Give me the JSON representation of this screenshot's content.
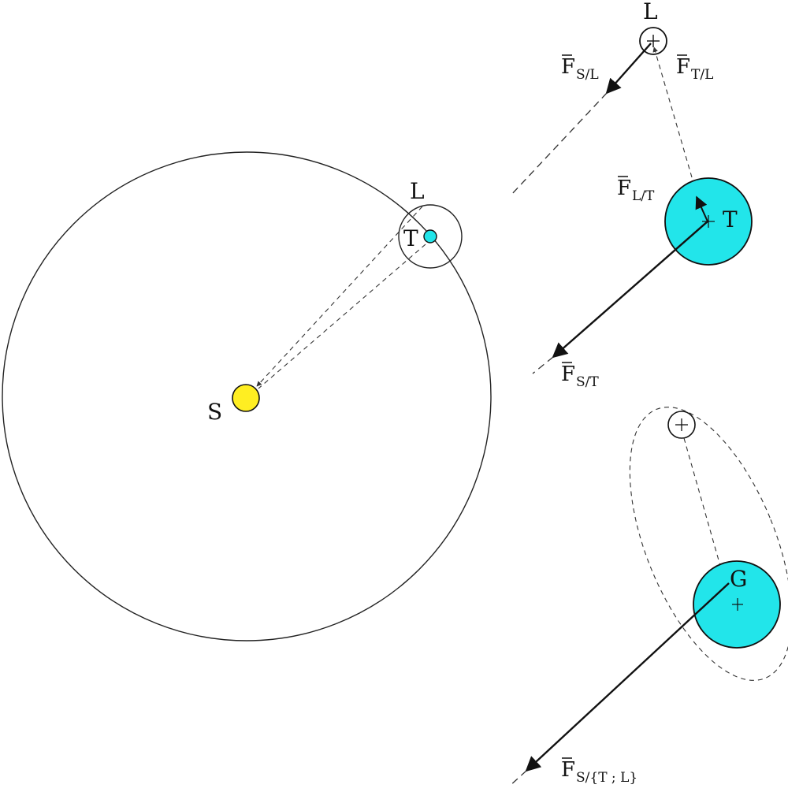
{
  "bodies": {
    "sun_label": "S",
    "earth_label": "T",
    "moon_label": "L",
    "barycenter_label": "G"
  },
  "forces": {
    "sun_on_moon": {
      "main": "F",
      "sub": "S/L"
    },
    "earth_on_moon": {
      "main": "F",
      "sub": "T/L"
    },
    "moon_on_earth": {
      "main": "F",
      "sub": "L/T"
    },
    "sun_on_earth": {
      "main": "F",
      "sub": "S/T"
    },
    "sun_on_system": {
      "main": "F",
      "sub": "S/{T ; L}"
    }
  },
  "colors": {
    "sun": "#ffee22",
    "earth": "#22e5ea",
    "line": "#111111"
  }
}
